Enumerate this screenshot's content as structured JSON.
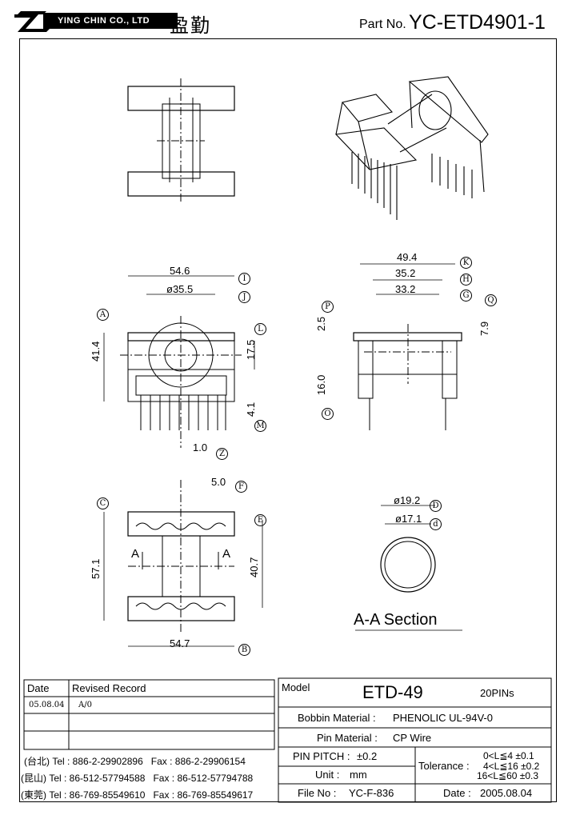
{
  "header": {
    "company": "YING CHIN CO., LTD",
    "company_cn": "盈勤",
    "part_no_label": "Part No.",
    "part_no": "YC-ETD4901-1"
  },
  "dimensions": {
    "top_width": "54.6",
    "bore_dia": "ø35.5",
    "height": "41.4",
    "flange_height": "17.5",
    "pin_len": "4.1",
    "pin_spacing": "1.0",
    "side_outer": "49.4",
    "side_mid": "35.2",
    "side_inner": "33.2",
    "side_top": "2.5",
    "side_right": "7.9",
    "side_lower": "16.0",
    "bottom_pitch": "5.0",
    "bottom_depth": "57.1",
    "bottom_inner": "40.7",
    "bottom_width": "54.7",
    "section_outer": "ø19.2",
    "section_inner": "ø17.1",
    "section_title": "A-A  Section",
    "section_A": "A"
  },
  "callouts": {
    "I": "I",
    "J": "J",
    "A": "A",
    "L": "L",
    "M": "M",
    "Z": "Z",
    "K": "K",
    "H": "H",
    "G": "G",
    "P": "P",
    "Q": "Q",
    "O": "O",
    "C": "C",
    "E": "E",
    "F": "F",
    "B": "B",
    "D": "D",
    "d": "d"
  },
  "revision": {
    "date_header": "Date",
    "record_header": "Revised  Record",
    "row_date": "05.08.04",
    "row_record": "A/0"
  },
  "contacts": [
    {
      "city": "(台北)",
      "tel": "Tel : 886-2-29902896",
      "fax": "Fax : 886-2-29906154"
    },
    {
      "city": "(昆山)",
      "tel": "Tel : 86-512-57794588",
      "fax": "Fax : 86-512-57794788"
    },
    {
      "city": "(東莞)",
      "tel": "Tel : 86-769-85549610",
      "fax": "Fax : 86-769-85549617"
    }
  ],
  "spec": {
    "model_label": "Model",
    "model": "ETD-49",
    "pins": "20PINs",
    "bobbin_label": "Bobbin  Material :",
    "bobbin": "PHENOLIC UL-94V-0",
    "pin_label": "Pin  Material :",
    "pin": "CP Wire",
    "pitch_label": "PIN  PITCH :",
    "pitch": "±0.2",
    "unit_label": "Unit :",
    "unit": "mm",
    "tolerance_label": "Tolerance :",
    "tol_1": "0<L≦4  ±0.1",
    "tol_2": "4<L≦16 ±0.2",
    "tol_3": "16<L≦60 ±0.3",
    "file_label": "File  No :",
    "file": "YC-F-836",
    "date_label": "Date :",
    "date": "2005.08.04"
  }
}
